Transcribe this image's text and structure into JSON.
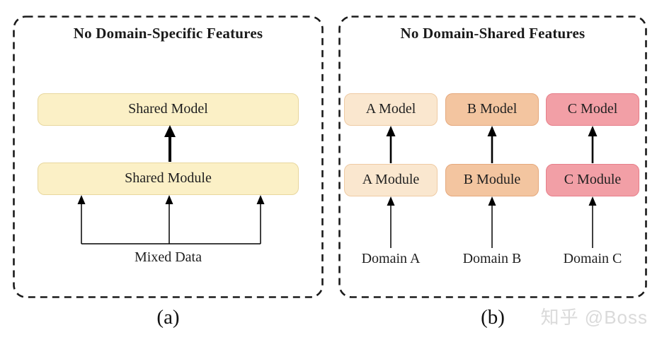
{
  "panel_a": {
    "title": "No Domain-Specific Features",
    "model_box": "Shared Model",
    "module_box": "Shared Module",
    "data_label": "Mixed Data",
    "caption": "(a)",
    "box_fill": "#FBF0C6",
    "box_border": "#E8D79E"
  },
  "panel_b": {
    "title": "No Domain-Shared Features",
    "columns": [
      {
        "model": "A Model",
        "module": "A Module",
        "domain": "Domain A",
        "fill": "#FAE7CF",
        "border": "#EFCBA4"
      },
      {
        "model": "B Model",
        "module": "B Module",
        "domain": "Domain B",
        "fill": "#F3C5A0",
        "border": "#E5A87C"
      },
      {
        "model": "C Model",
        "module": "C Module",
        "domain": "Domain C",
        "fill": "#F29FA6",
        "border": "#E67E8A"
      }
    ],
    "caption": "(b)"
  },
  "watermark": "知乎 @Boss",
  "colors": {
    "panel_border": "#1a1a1a",
    "arrow": "#000000",
    "watermark_gray": "#dadada"
  }
}
